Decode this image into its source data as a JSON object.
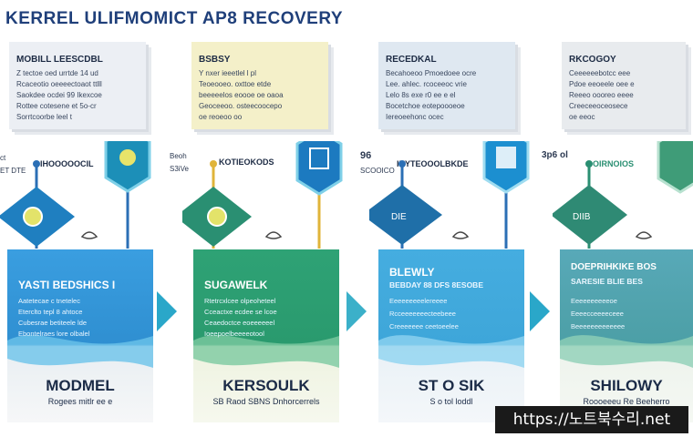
{
  "title": "KERREL ULIFMOMICT AP8 RECOVERY",
  "columns": [
    {
      "card": {
        "heading": "MOBILL LEESCDBL",
        "lines": [
          "Z tectoe oed urrtde 14 ud",
          "Rcaceotio oeeeectoaot ttlll",
          "Saokdee ocdei 99 Ikexcoe",
          "Rottee cotesene et 5o-cr",
          "Sorrtcoorbe leel t"
        ]
      },
      "mid_label": "IHOOOOOCIL",
      "mid_side": "ct",
      "mid_side2": "ET DTE",
      "big": {
        "heading": "YASTI BEDSHICS I",
        "lines": [
          "Aatetecae c tnetelec",
          "Eterclto tepl 8 ahtoce",
          "Cubesrae betiteele lde",
          "Ebontelraes lore olbalel"
        ],
        "footer_title": "MODMEL",
        "footer_sub": "Rogees mitlr ee e"
      }
    },
    {
      "card": {
        "heading": "BSBSY",
        "lines": [
          "Y nxer ieeetlel l pl",
          "Teoeooeo. oxttoe etde",
          "beeeeelos eoooe oe oaoa",
          "Geoceeoo. osteecoocepo",
          "oe reoeoo oo"
        ]
      },
      "mid_label": "KOTIEOKODS",
      "mid_side": "Beoh",
      "mid_side2": "S3iVe",
      "big": {
        "heading": "SUGAWELK",
        "lines": [
          "Rtetrcxlcee olpeoheteel",
          "Cceactxe ecdee se lcoe",
          "Ceaedoctce eoeeeeeel",
          "Ioeepoelbeeeeotool"
        ],
        "footer_title": "KERSOULK",
        "footer_sub": "SB Raod SBNS Dnhorcerrels"
      }
    },
    {
      "card": {
        "heading": "RECEDKAL",
        "lines": [
          "Becahoeoo Pmoedoee ocre",
          "Lee. ahlec. rcoceeoc vrie",
          "Lelo 8s exe r0 ee e el",
          "Bocetchoe eotepoooeoe",
          "Iereoeehonc ocec"
        ]
      },
      "mid_label": "IKYTEOOOLBKDE",
      "mid_side": "96",
      "mid_side2": "SCOOICO",
      "big": {
        "heading": "BLEWLY",
        "lines": [
          "BEBDAY 88 DFS 8ESOBE",
          "Eeeeeeeeelereeee",
          "Rcceeeeeeecteebeee",
          "Creeeeeee ceetoeelee"
        ],
        "footer_title": "ST O SIK",
        "footer_sub": "S o tol loddl"
      }
    },
    {
      "card": {
        "heading": "RKCOGOY",
        "lines": [
          "Ceeeeeebotcc eee",
          "Pdoe eeoeele oee e",
          "Reeeo oooreo eeee",
          "Creeceeoceosece",
          "oe eeoc"
        ]
      },
      "mid_label": "OIRNOIOS",
      "mid_side": "3p6 ol",
      "mid_side2": "",
      "big": {
        "heading": "DOEPRIHKIKE BOS",
        "lines": [
          "SARESIE BLIE BES",
          "Eeeeeeeeeeoe",
          "Eeeecceeeeceee",
          "Beeeeeeeeeeeee"
        ],
        "footer_title": "SHILOWY",
        "footer_sub": "Roooeeeu Re Beeherro"
      }
    }
  ],
  "watermark": "https://노트북수리.net",
  "colors": {
    "title": "#1f3f7a",
    "col1_card": "#eceff4",
    "col2_card": "#f4f0c9",
    "col3_card": "#dfe8f1",
    "col4_card": "#e8ebee",
    "col1_big": "#2f8fd1",
    "col2_big": "#2a9a6e",
    "col3_big": "#3ea6d9",
    "col4_big": "#4c9fa6"
  }
}
